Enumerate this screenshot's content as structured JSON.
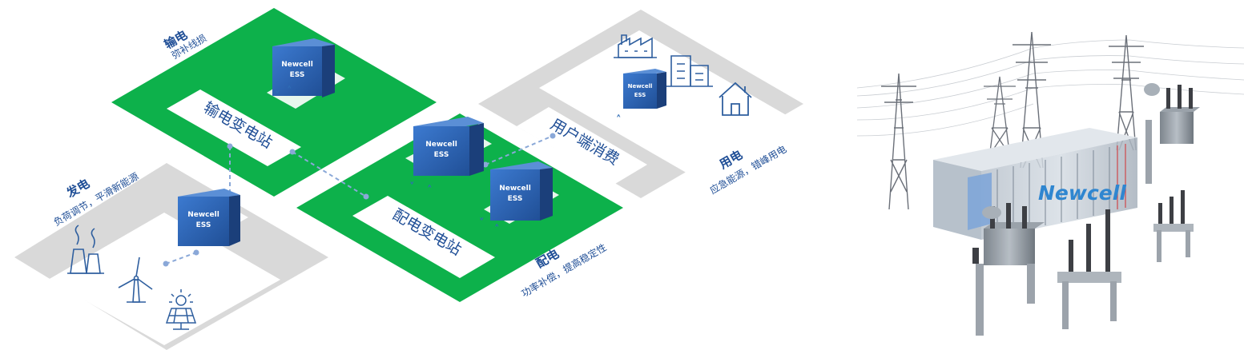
{
  "zones": {
    "transmission": {
      "title": "输电",
      "subtitle": "弥补线损",
      "station": "输电变电站"
    },
    "generation": {
      "title": "发电",
      "subtitle": "负荷调节，平滑新能源"
    },
    "distribution": {
      "title": "配电",
      "subtitle": "功率补偿，提高稳定性",
      "station": "配电变电站"
    },
    "consumption": {
      "title": "用电",
      "subtitle": "应急能源，错峰用电",
      "station": "用户端消费"
    }
  },
  "ess_label": {
    "line1": "Newcell",
    "line2": "ESS"
  },
  "arrows": {
    "down": "˅",
    "up": "˄"
  },
  "icons": {
    "generation": [
      "power-plant-icon",
      "wind-turbine-icon",
      "solar-panel-icon"
    ],
    "consumption": [
      "factory-icon",
      "office-building-icon",
      "house-icon"
    ]
  },
  "photo": {
    "logo_text": "Newcell"
  },
  "colors": {
    "green": "#0db14b",
    "gray": "#d9d9d9",
    "ess_blue": "#2d66b4",
    "label_blue": "#1f4e96",
    "connector": "#8aa8d8"
  }
}
